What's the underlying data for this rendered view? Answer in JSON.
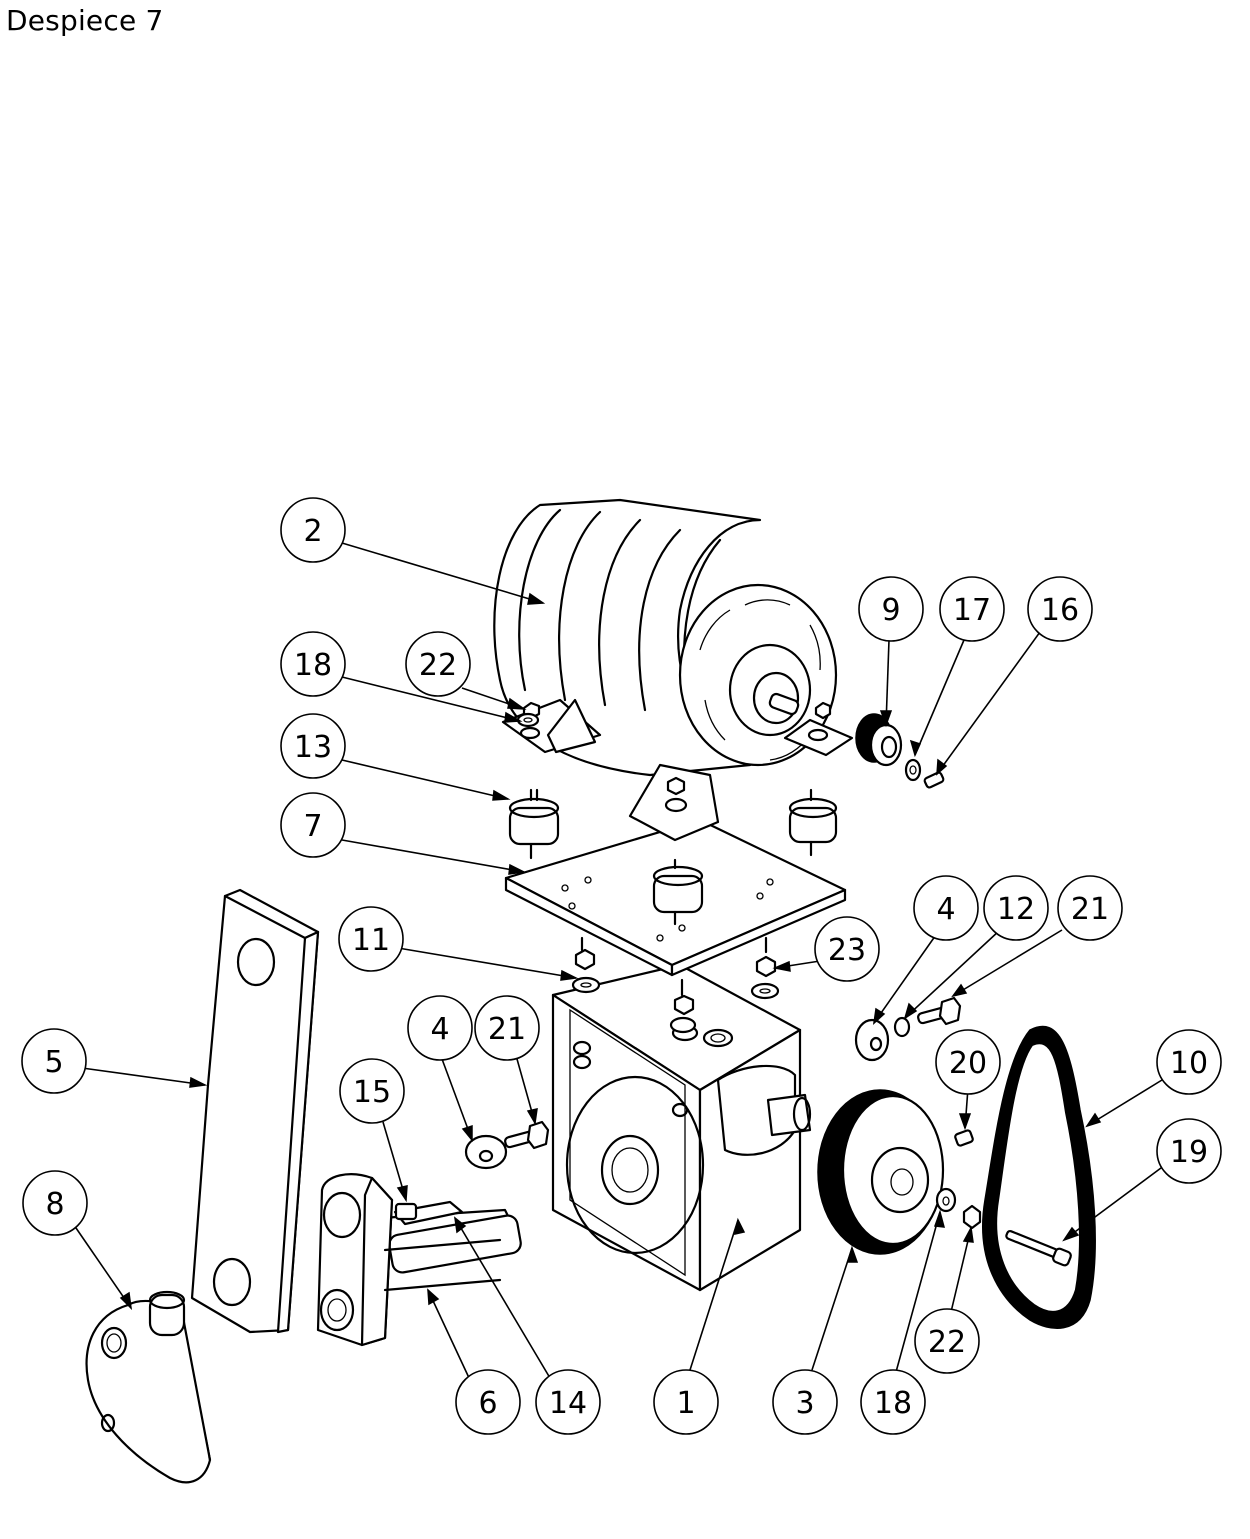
{
  "title": "Despiece 7",
  "colors": {
    "line": "#000000",
    "background": "#ffffff"
  },
  "balloons": [
    {
      "label": "2"
    },
    {
      "label": "9"
    },
    {
      "label": "17"
    },
    {
      "label": "16"
    },
    {
      "label": "18"
    },
    {
      "label": "22"
    },
    {
      "label": "13"
    },
    {
      "label": "7"
    },
    {
      "label": "4"
    },
    {
      "label": "12"
    },
    {
      "label": "21"
    },
    {
      "label": "11"
    },
    {
      "label": "23"
    },
    {
      "label": "5"
    },
    {
      "label": "4"
    },
    {
      "label": "21"
    },
    {
      "label": "20"
    },
    {
      "label": "10"
    },
    {
      "label": "15"
    },
    {
      "label": "19"
    },
    {
      "label": "8"
    },
    {
      "label": "22"
    },
    {
      "label": "6"
    },
    {
      "label": "14"
    },
    {
      "label": "1"
    },
    {
      "label": "3"
    },
    {
      "label": "18"
    }
  ]
}
